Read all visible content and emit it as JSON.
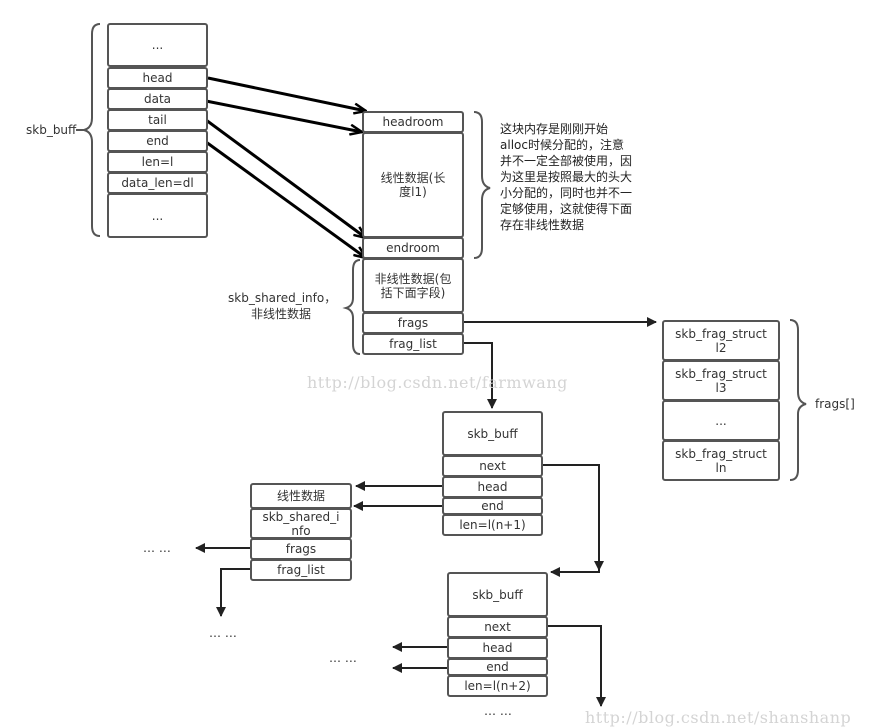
{
  "skb_main": {
    "label": "skb_buff",
    "fields": [
      "...",
      "head",
      "data",
      "tail",
      "end",
      "len=l",
      "data_len=dl",
      "..."
    ]
  },
  "linear_buffer": {
    "headroom": "headroom",
    "linear_data": "线性数据(长度l1)",
    "endroom": "endroom",
    "note": "这块内存是刚刚开始alloc时候分配的，注意并不一定全部被使用，因为这里是按照最大的头大小分配的，同时也并不一定够使用，这就使得下面存在非线性数据"
  },
  "shared_info": {
    "label": "skb_shared_info，非线性数据",
    "nonlinear": "非线性数据(包括下面字段)",
    "frags": "frags",
    "frag_list": "frag_list"
  },
  "frags_array": {
    "label": "frags[]",
    "items": [
      "skb_frag_struct l2",
      "skb_frag_struct l3",
      "...",
      "skb_frag_struct ln"
    ]
  },
  "skb_n1": {
    "title": "skb_buff",
    "fields": [
      "next",
      "head",
      "end",
      "len=l(n+1)"
    ]
  },
  "skb_n1_data": {
    "linear": "线性数据",
    "shared": "skb_shared_info",
    "frags": "frags",
    "frag_list": "frag_list"
  },
  "skb_n2": {
    "title": "skb_buff",
    "fields": [
      "next",
      "head",
      "end",
      "len=l(n+2)"
    ]
  },
  "ellipses": {
    "frags_out": "… …",
    "frag_list_out": "… …",
    "head_end_out": "… …",
    "next_out": "… …"
  },
  "watermarks": {
    "center": "http://blog.csdn.net/farmwang",
    "bottom": "http://blog.csdn.net/shanshanp"
  }
}
